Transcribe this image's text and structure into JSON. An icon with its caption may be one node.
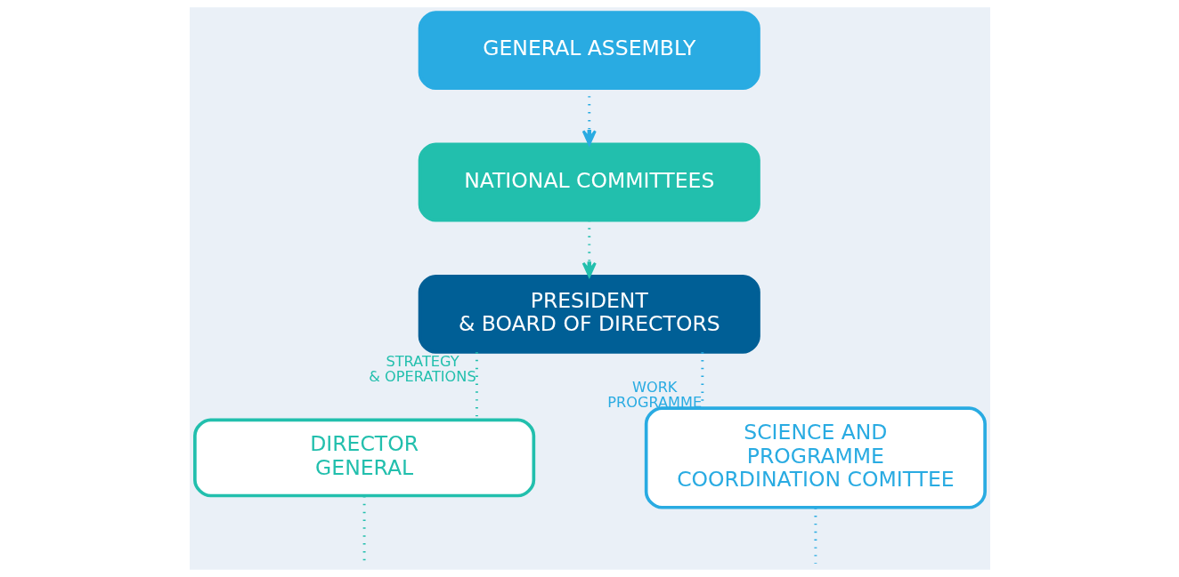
{
  "diagram": {
    "nodes": [
      {
        "text": [
          "GENERAL ASSEMBLY"
        ]
      },
      {
        "text": [
          "NATIONAL COMMITTEES"
        ]
      },
      {
        "text": [
          "PRESIDENT & BOARD OF DIRECTORS"
        ]
      },
      {
        "text": [
          "DIRECTOR GENERAL"
        ]
      },
      {
        "text": [
          "SCIENCE AND PROGRAMME COORDINATION COMITTEE"
        ]
      }
    ],
    "edges": [
      {
        "from": 0,
        "to": 1,
        "arrow": "to",
        "color": "#29abe2"
      },
      {
        "from": 1,
        "to": 2,
        "arrow": "to",
        "color": "#22bfad"
      },
      {
        "from": 2,
        "to": 3,
        "arrow": "none",
        "label": "STRATEGY & OPERATIONS",
        "color": "#22bfad"
      },
      {
        "from": 2,
        "to": 4,
        "arrow": "none",
        "label": "WORK PROGRAMME",
        "color": "#29abe2"
      },
      {
        "from": 3,
        "to": null,
        "arrow": "none",
        "color": "#22bfad"
      },
      {
        "from": 4,
        "to": null,
        "arrow": "none",
        "color": "#29abe2"
      }
    ]
  }
}
